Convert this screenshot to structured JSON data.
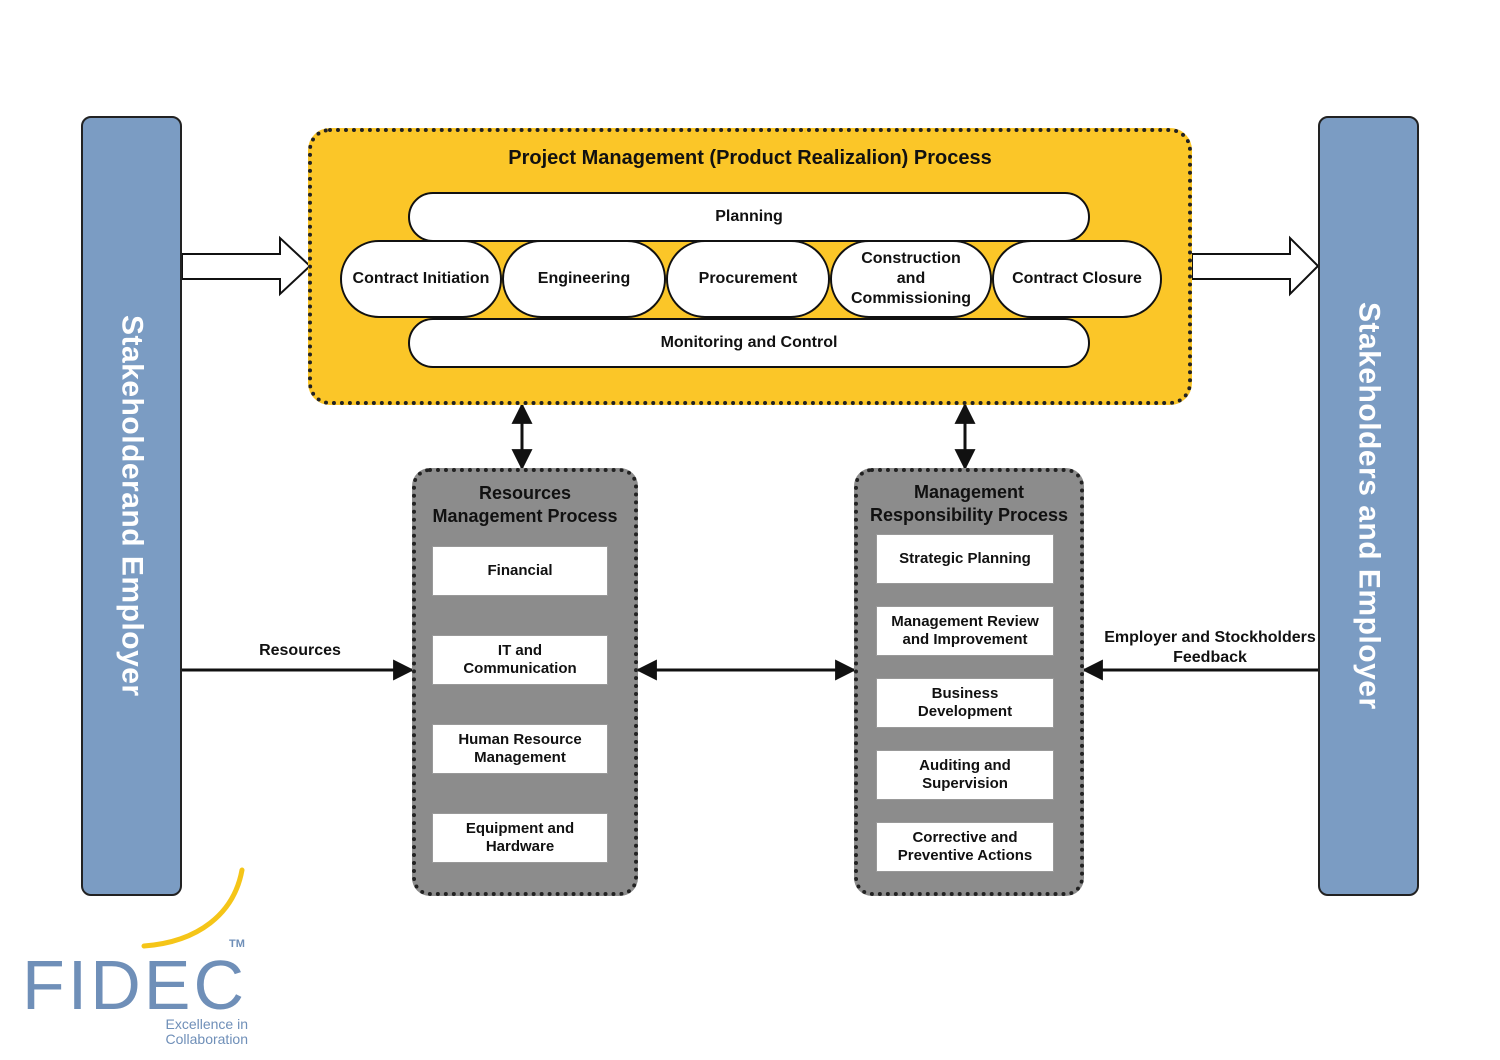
{
  "left_stakeholder": {
    "label": "Stakeholderand Employer"
  },
  "right_stakeholder": {
    "label": "Stakeholders and Employer"
  },
  "project_management": {
    "title": "Project Management (Product Realizalion) Process",
    "top_bar": "Planning",
    "bottom_bar": "Monitoring and Control",
    "stages": [
      "Contract Initiation",
      "Engineering",
      "Procurement",
      "Construction and Commissioning",
      "Contract Closure"
    ]
  },
  "resources_process": {
    "title": "Resources Management Process",
    "items": [
      "Financial",
      "IT and Communication",
      "Human Resource Management",
      "Equipment and Hardware"
    ]
  },
  "management_process": {
    "title": "Management Responsibility Process",
    "items": [
      "Strategic Planning",
      "Management Review and Improvement",
      "Business Development",
      "Auditing and Supervision",
      "Corrective and Preventive Actions"
    ]
  },
  "edges": {
    "resources_label": "Resources",
    "feedback_label": "Employer and Stockholders Feedback"
  },
  "logo": {
    "name": "FIDEC",
    "trademark": "TM",
    "tagline": "Excellence in Collaboration",
    "color": "#6f8fb8",
    "arc_color": "#f5c518"
  },
  "colors": {
    "side_bar": "#7b9cc3",
    "project_box": "#fbc628",
    "process_box": "#8c8c8c"
  }
}
